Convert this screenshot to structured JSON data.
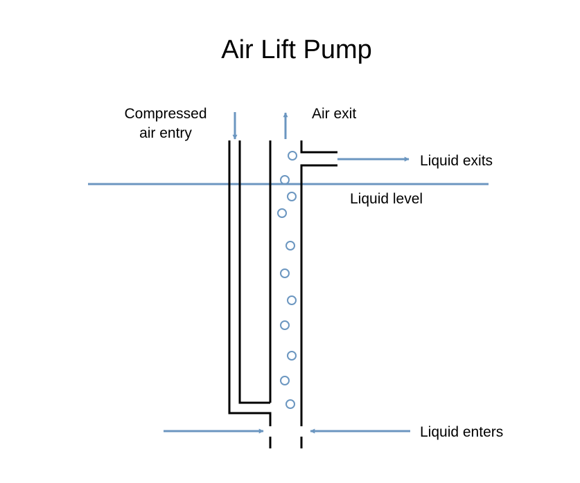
{
  "diagram": {
    "title": "Air Lift Pump",
    "labels": {
      "compressed_air_line1": "Compressed",
      "compressed_air_line2": "air entry",
      "air_exit": "Air exit",
      "liquid_exits": "Liquid exits",
      "liquid_level": "Liquid level",
      "liquid_enters": "Liquid enters"
    },
    "colors": {
      "pipe": "#000000",
      "flow": "#6b96c0",
      "bubble": "#6b96c0",
      "background": "#ffffff"
    },
    "bubble_count": 11
  }
}
